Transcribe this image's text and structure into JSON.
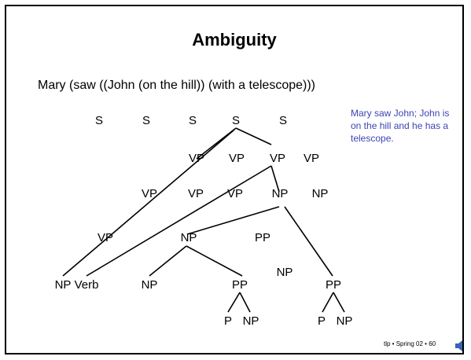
{
  "slide": {
    "title": "Ambiguity",
    "sentence": "Mary (saw ((John (on the hill)) (with a telescope)))",
    "note": "Mary saw John; John is on the hill and he has a telescope.",
    "footer": "tlp • Spring 02 • 60",
    "speaker_icon": "speaker-icon"
  },
  "tree": {
    "labels": [
      {
        "text": "S"
      },
      {
        "text": "S"
      },
      {
        "text": "S"
      },
      {
        "text": "S"
      },
      {
        "text": "S"
      },
      {
        "text": "VP"
      },
      {
        "text": "VP"
      },
      {
        "text": "VP"
      },
      {
        "text": "VP"
      },
      {
        "text": "VP"
      },
      {
        "text": "VP"
      },
      {
        "text": "VP"
      },
      {
        "text": "NP"
      },
      {
        "text": "NP"
      },
      {
        "text": "VP"
      },
      {
        "text": "NP"
      },
      {
        "text": "PP"
      },
      {
        "text": "NP"
      },
      {
        "text": "NP"
      },
      {
        "text": "Verb"
      },
      {
        "text": "NP"
      },
      {
        "text": "PP"
      },
      {
        "text": "PP"
      },
      {
        "text": "P"
      },
      {
        "text": "NP"
      },
      {
        "text": "P"
      },
      {
        "text": "NP"
      }
    ]
  }
}
